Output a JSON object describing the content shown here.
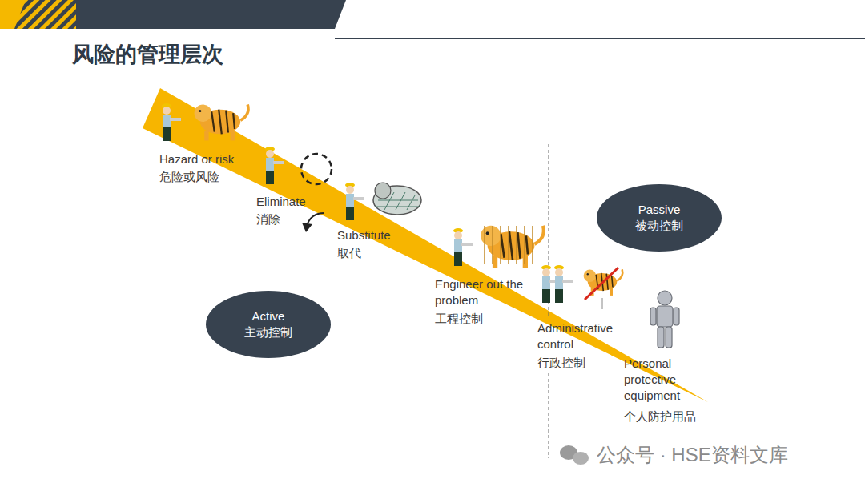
{
  "diagram": {
    "title": "风险的管理层次",
    "nodes": [
      {
        "text": [
          "Active",
          "主动控制"
        ]
      },
      {
        "text": [
          "Passive",
          "被动控制"
        ]
      }
    ],
    "labels": [
      "Hazard or risk",
      "危险或风险",
      "Eliminate",
      "消除",
      "Substitute",
      "取代",
      "Engineer out the problem",
      "工程控制",
      "Administrative control",
      "行政控制",
      "Personal protective equipment",
      "个人防护用品",
      "公众号 · HSE资料文库"
    ]
  }
}
